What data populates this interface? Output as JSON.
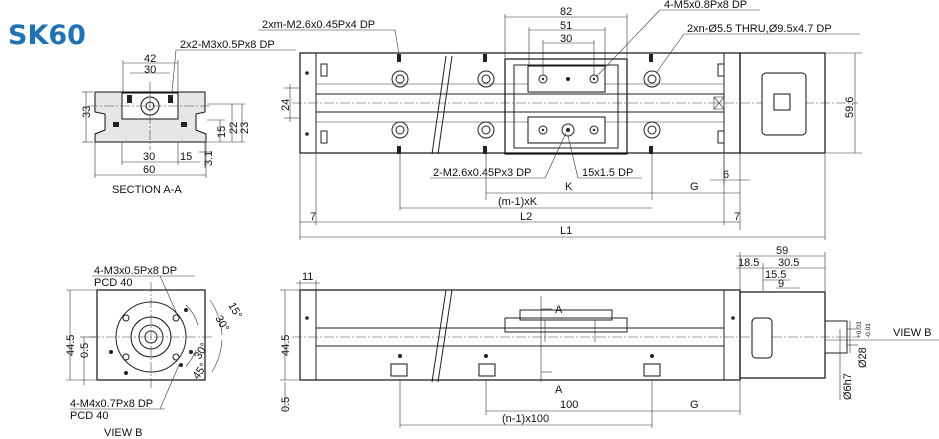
{
  "title": "SK60",
  "section": {
    "label": "SECTION A-A",
    "dims": {
      "top_outer": "42",
      "top_inner": "30",
      "height_total": "33",
      "h15": "15",
      "h22": "22",
      "h23": "23",
      "h31": "3.1",
      "bottom_30": "30",
      "bottom_15": "15",
      "width_60": "60"
    },
    "callout": "2x2-M3x0.5Px8 DP"
  },
  "top_view": {
    "callouts": {
      "tap_top": "2xm-M2.6x0.45Px4 DP",
      "carriage_tap": "4-M5x0.8Px8 DP",
      "thru_hole": "2xn-Ø5.5 THRU,Ø9.5x4.7 DP",
      "tap_bottom": "2-M2.6x0.45Px3 DP",
      "counter": "15x1.5 DP"
    },
    "dims": {
      "w82": "82",
      "w51": "51",
      "w30": "30",
      "h24": "24",
      "h59_6": "59.6",
      "d6": "6",
      "K": "K",
      "G": "G",
      "mK": "(m-1)xK",
      "d7a": "7",
      "d7b": "7",
      "L2": "L2",
      "L1": "L1"
    }
  },
  "view_b": {
    "label": "VIEW B",
    "callout_top": "4-M3x0.5Px8 DP",
    "pcd_top": "PCD 40",
    "callout_bottom": "4-M4x0.7Px8 DP",
    "pcd_bottom": "PCD 40",
    "dims": {
      "h44_5": "44.5",
      "h0_5": "0.5",
      "a15": "15°",
      "a30a": "30°",
      "a30b": "30°",
      "a45": "45°"
    }
  },
  "side_view": {
    "dims": {
      "d11": "11",
      "h44_5": "44.5",
      "h0_5": "0.5",
      "pitch100": "100",
      "n100": "(n-1)x100",
      "G": "G",
      "sectA_top": "A",
      "sectA_bot": "A"
    }
  },
  "motor_view": {
    "label": "VIEW B",
    "dims": {
      "w59": "59",
      "d18_5": "18.5",
      "d30_5": "30.5",
      "d15_5": "15.5",
      "d9": "9",
      "dia28": "Ø28",
      "tol_up": "+0.03",
      "tol_lo": "-0.01",
      "dia6": "Ø6h7"
    }
  }
}
